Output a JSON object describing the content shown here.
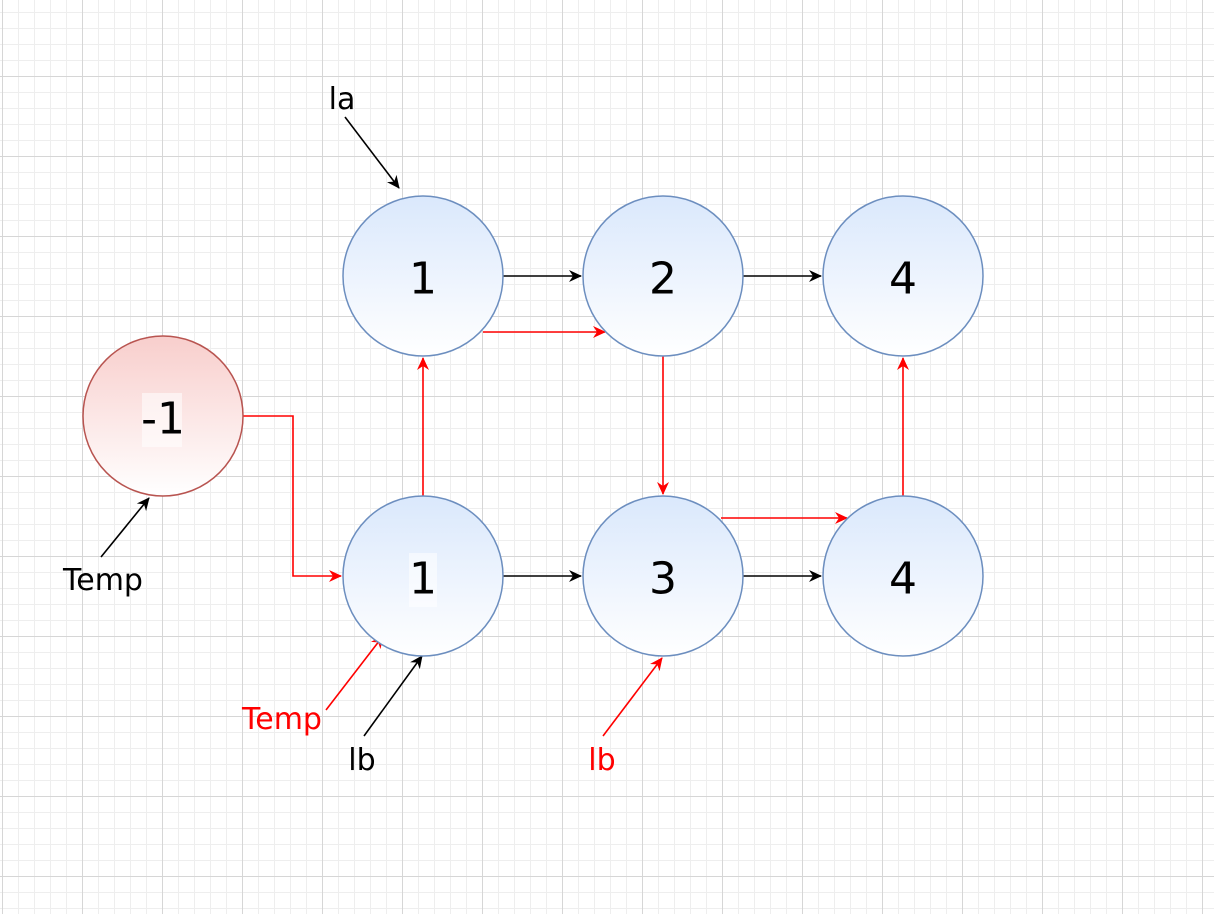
{
  "colors": {
    "node_stroke": "#6c8ebf",
    "node_fill_top": "#dae8fc",
    "node_fill_bottom": "#ffffff",
    "temp_stroke": "#b85450",
    "temp_fill_top": "#f8cecc",
    "temp_fill_bottom": "#ffffff",
    "black_arrow": "#000000",
    "red_arrow": "#ff0000"
  },
  "nodes": {
    "temp": "-1",
    "la_1": "1",
    "la_2": "2",
    "la_3": "4",
    "lb_1": "1",
    "lb_2": "3",
    "lb_3": "4"
  },
  "labels": {
    "la": "la",
    "temp_initial": "Temp",
    "temp_current": "Temp",
    "lb_initial": "lb",
    "lb_current": "lb"
  }
}
